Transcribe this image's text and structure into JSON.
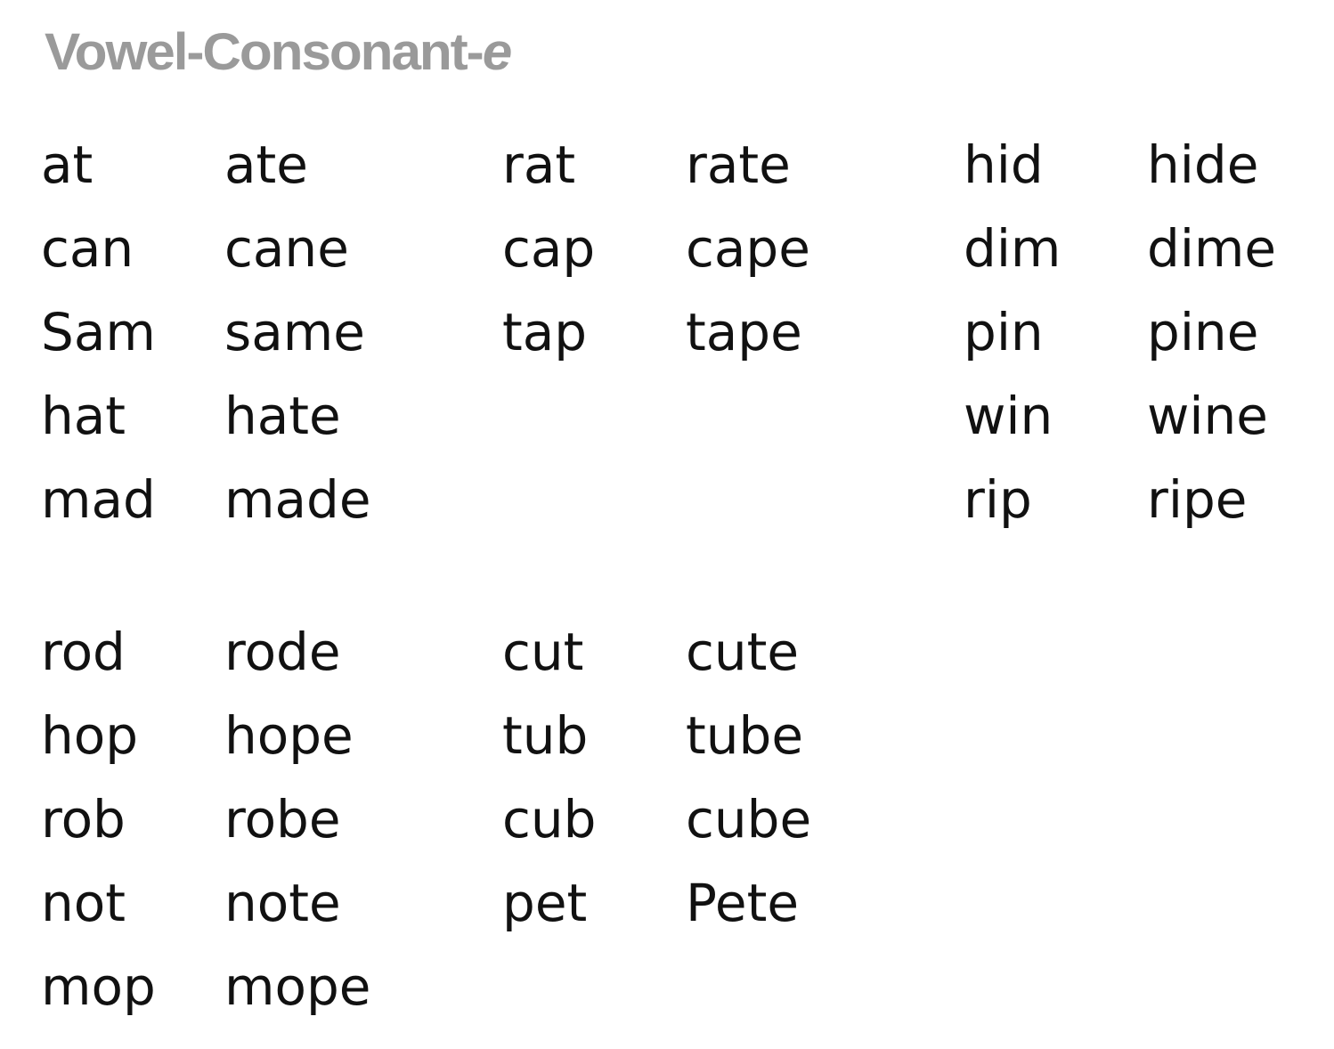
{
  "title": {
    "main": "Vowel-Consonant-",
    "suffix": "e"
  },
  "groups": [
    {
      "pairs": [
        [
          "at",
          "ate"
        ],
        [
          "can",
          "cane"
        ],
        [
          "Sam",
          "same"
        ],
        [
          "hat",
          "hate"
        ],
        [
          "mad",
          "made"
        ]
      ]
    },
    {
      "pairs": [
        [
          "rat",
          "rate"
        ],
        [
          "cap",
          "cape"
        ],
        [
          "tap",
          "tape"
        ]
      ]
    },
    {
      "pairs": [
        [
          "hid",
          "hide"
        ],
        [
          "dim",
          "dime"
        ],
        [
          "pin",
          "pine"
        ],
        [
          "win",
          "wine"
        ],
        [
          "rip",
          "ripe"
        ]
      ]
    },
    {
      "pairs": [
        [
          "rod",
          "rode"
        ],
        [
          "hop",
          "hope"
        ],
        [
          "rob",
          "robe"
        ],
        [
          "not",
          "note"
        ],
        [
          "mop",
          "mope"
        ]
      ]
    },
    {
      "pairs": [
        [
          "cut",
          "cute"
        ],
        [
          "tub",
          "tube"
        ],
        [
          "cub",
          "cube"
        ],
        [
          "pet",
          "Pete"
        ]
      ]
    }
  ]
}
